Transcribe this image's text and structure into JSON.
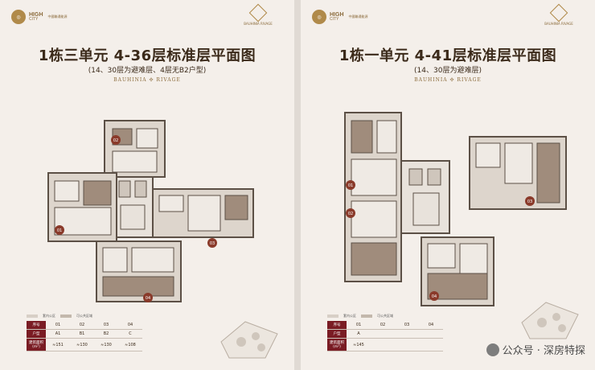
{
  "left": {
    "brand": {
      "logo": "HIGH CITY",
      "line1": "HIGH",
      "line2": "CITY",
      "sub": "中國聯通能源"
    },
    "emblem_text": "BAUHINIA RIVAGE",
    "title": "1栋三单元 4-36层标准层平面图",
    "subtitle": "(14、30层为避难层、4层无B2户型)",
    "rivage": "BAUHINIA ✣ RIVAGE",
    "legend": {
      "item1": "套内公区",
      "item2": "可公共区域"
    },
    "table": {
      "rows": [
        {
          "label": "序号",
          "cells": [
            "01",
            "02",
            "03",
            "04"
          ]
        },
        {
          "label": "户型",
          "cells": [
            "A1",
            "B1",
            "B2",
            "C"
          ]
        },
        {
          "label": "建筑面积(m²)",
          "cells": [
            "≈151",
            "≈130",
            "≈130",
            "≈108"
          ]
        }
      ]
    },
    "unit_tags": [
      "01",
      "02",
      "03",
      "04"
    ]
  },
  "right": {
    "brand": {
      "logo": "HIGH CITY",
      "line1": "HIGH",
      "line2": "CITY",
      "sub": "中國聯通能源"
    },
    "emblem_text": "BAUHINIA RIVAGE",
    "title": "1栋一单元 4-41层标准层平面图",
    "subtitle": "(14、30层为避难层)",
    "rivage": "BAUHINIA ✣ RIVAGE",
    "legend": {
      "item1": "套内公区",
      "item2": "可公共区域"
    },
    "table": {
      "rows": [
        {
          "label": "序号",
          "cells": [
            "01",
            "02",
            "03",
            "04"
          ]
        },
        {
          "label": "户型",
          "cells": [
            "A",
            "",
            "",
            ""
          ]
        },
        {
          "label": "建筑面积(m²)",
          "cells": [
            "≈145",
            "",
            "",
            ""
          ]
        }
      ]
    },
    "unit_tags": [
      "01",
      "02",
      "03",
      "04"
    ]
  },
  "watermark": "公众号 · 深房特探",
  "colors": {
    "accent": "#7a1c24",
    "gold": "#b08a4a",
    "wall": "#5c5046",
    "floor": "#a08c7c"
  }
}
